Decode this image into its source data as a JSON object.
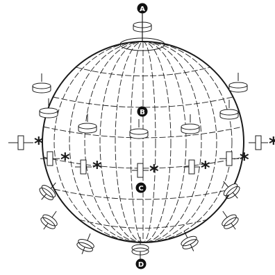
{
  "diagram": {
    "markers": {
      "a": "A",
      "b": "B",
      "c": "C",
      "d": "D"
    },
    "asterisk": "*",
    "colors": {
      "ink": "#1a1a1a",
      "fill": "#ffffff",
      "marker_bg": "#111111",
      "marker_text": "#ffffff"
    }
  }
}
